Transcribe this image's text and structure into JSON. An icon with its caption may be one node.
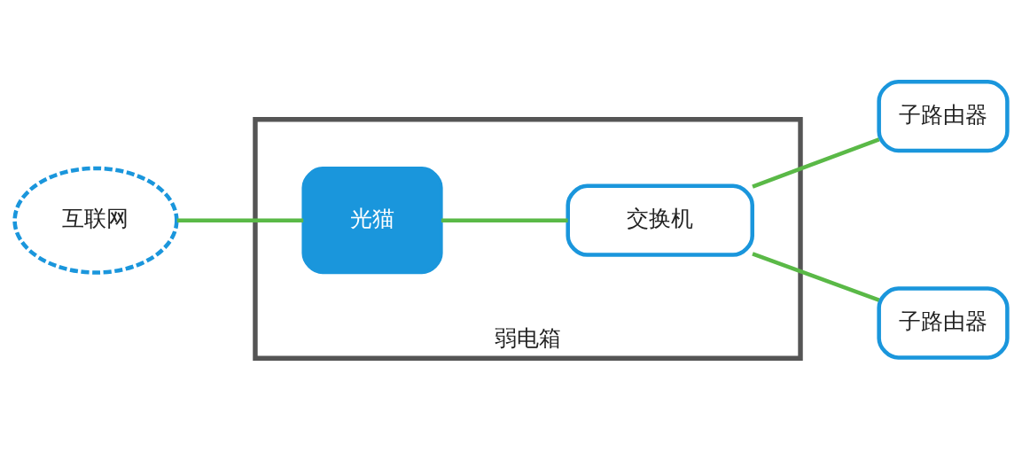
{
  "diagram": {
    "nodes": [
      {
        "text": [
          "互联网"
        ]
      },
      {
        "text": [
          "弱电箱"
        ]
      },
      {
        "text": [
          "光猫"
        ],
        "in": 1
      },
      {
        "text": [
          "交换机"
        ],
        "in": 1
      },
      {
        "text": [
          "子路由器"
        ]
      },
      {
        "text": [
          "子路由器"
        ]
      }
    ],
    "edges": [
      {
        "from": 0,
        "to": 2,
        "arrow": "none"
      },
      {
        "from": 2,
        "to": 3,
        "arrow": "none"
      },
      {
        "from": 3,
        "to": 4,
        "arrow": "none"
      },
      {
        "from": 3,
        "to": 5,
        "arrow": "none"
      }
    ]
  }
}
